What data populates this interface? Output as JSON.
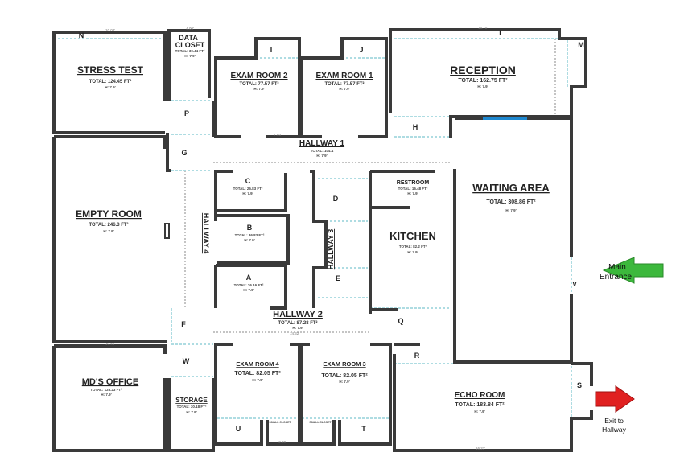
{
  "rooms": {
    "stress_test": {
      "name": "STRESS TEST",
      "total": "TOTAL: 124.45 FT²",
      "height": "H: 7.9'"
    },
    "data_closet": {
      "name1": "DATA",
      "name2": "CLOSET",
      "total": "TOTAL: 30.44 FT²",
      "height": "H: 7.9'"
    },
    "exam_room_2": {
      "name": "EXAM ROOM 2",
      "total": "TOTAL: 77.57 FT²",
      "height": "H: 7.9'"
    },
    "exam_room_1": {
      "name": "EXAM ROOM 1",
      "total": "TOTAL: 77.57 FT²",
      "height": "H: 7.9'"
    },
    "reception": {
      "name": "RECEPTION",
      "total": "TOTAL:  162.75 FT²",
      "height": "H: 7.9'"
    },
    "hallway_1": {
      "name": "HALLWAY 1",
      "total": "TOTAL: 104.4",
      "height": "H: 7.9'"
    },
    "waiting_area": {
      "name": "WAITING AREA",
      "total": "TOTAL: 308.86 FT²",
      "height": "H: 7.9'"
    },
    "empty_room": {
      "name": "EMPTY ROOM",
      "total": "TOTAL: 246.3 FT²",
      "height": "H: 7.9'"
    },
    "hallway_4": {
      "name": "HALLWAY 4"
    },
    "hallway_3": {
      "name": "HALLWAY 3"
    },
    "room_c": {
      "name": "C",
      "total": "TOTAL: 26.83 FT²",
      "height": "H: 7.9'"
    },
    "room_b": {
      "name": "B",
      "total": "TOTAL: 36.83 FT²",
      "height": "H: 7.9'"
    },
    "room_a": {
      "name": "A",
      "total": "TOTAL: 26.16 FT²",
      "height": "H: 7.9'"
    },
    "restroom": {
      "name": "RESTROOM",
      "total": "TOTAL: 16.48 FT²",
      "height": "H: 7.9'"
    },
    "kitchen": {
      "name": "KITCHEN",
      "total": "TOTAL: 82.2 FT²",
      "height": "H: 7.9'"
    },
    "hallway_2": {
      "name": "HALLWAY 2",
      "total": "TOTAL: 87.28 FT²",
      "height": "H: 7.9'"
    },
    "mds_office": {
      "name": "MD'S OFFICE",
      "total": "TOTAL: 125.23 FT²",
      "height": "H: 7.9'"
    },
    "storage": {
      "name": "STORAGE",
      "total": "TOTAL: 30.18 FT²",
      "height": "H: 7.9'"
    },
    "exam_room_4": {
      "name": "EXAM ROOM 4",
      "total": "TOTAL: 82.05 FT²",
      "height": "H: 7.9'"
    },
    "exam_room_3": {
      "name": "EXAM ROOM 3",
      "total": "TOTAL: 82.05 FT²",
      "height": "H: 7.9'"
    },
    "echo_room": {
      "name": "ECHO ROOM",
      "total": "TOTAL: 183.84 FT²",
      "height": "H: 7.9'"
    },
    "small_closet": "SMALL CLOSET"
  },
  "letters": {
    "N": "N",
    "I": "I",
    "J": "J",
    "L": "L",
    "M": "M",
    "P": "P",
    "G": "G",
    "H": "H",
    "D": "D",
    "E": "E",
    "F": "F",
    "Q": "Q",
    "W": "W",
    "R": "R",
    "S": "S",
    "U": "U",
    "T": "T",
    "V": "V"
  },
  "dimensions": {
    "d1": "10.02'",
    "d2": "4.00'",
    "d3": "16.70'",
    "d4": "7.93'",
    "d5": "14.32'",
    "d6": "16.21'",
    "d7": "10.41'",
    "d8": "2.90'"
  },
  "annotations": {
    "main_entrance_1": "Main",
    "main_entrance_2": "Entrance",
    "exit_1": "Exit to",
    "exit_2": "Hallway"
  },
  "colors": {
    "wall": "#3a3a3a",
    "entrance_arrow": "#3cb83c",
    "exit_arrow": "#e02020",
    "window": "#1e88d0",
    "dimension_line": "#5cb8c4"
  }
}
